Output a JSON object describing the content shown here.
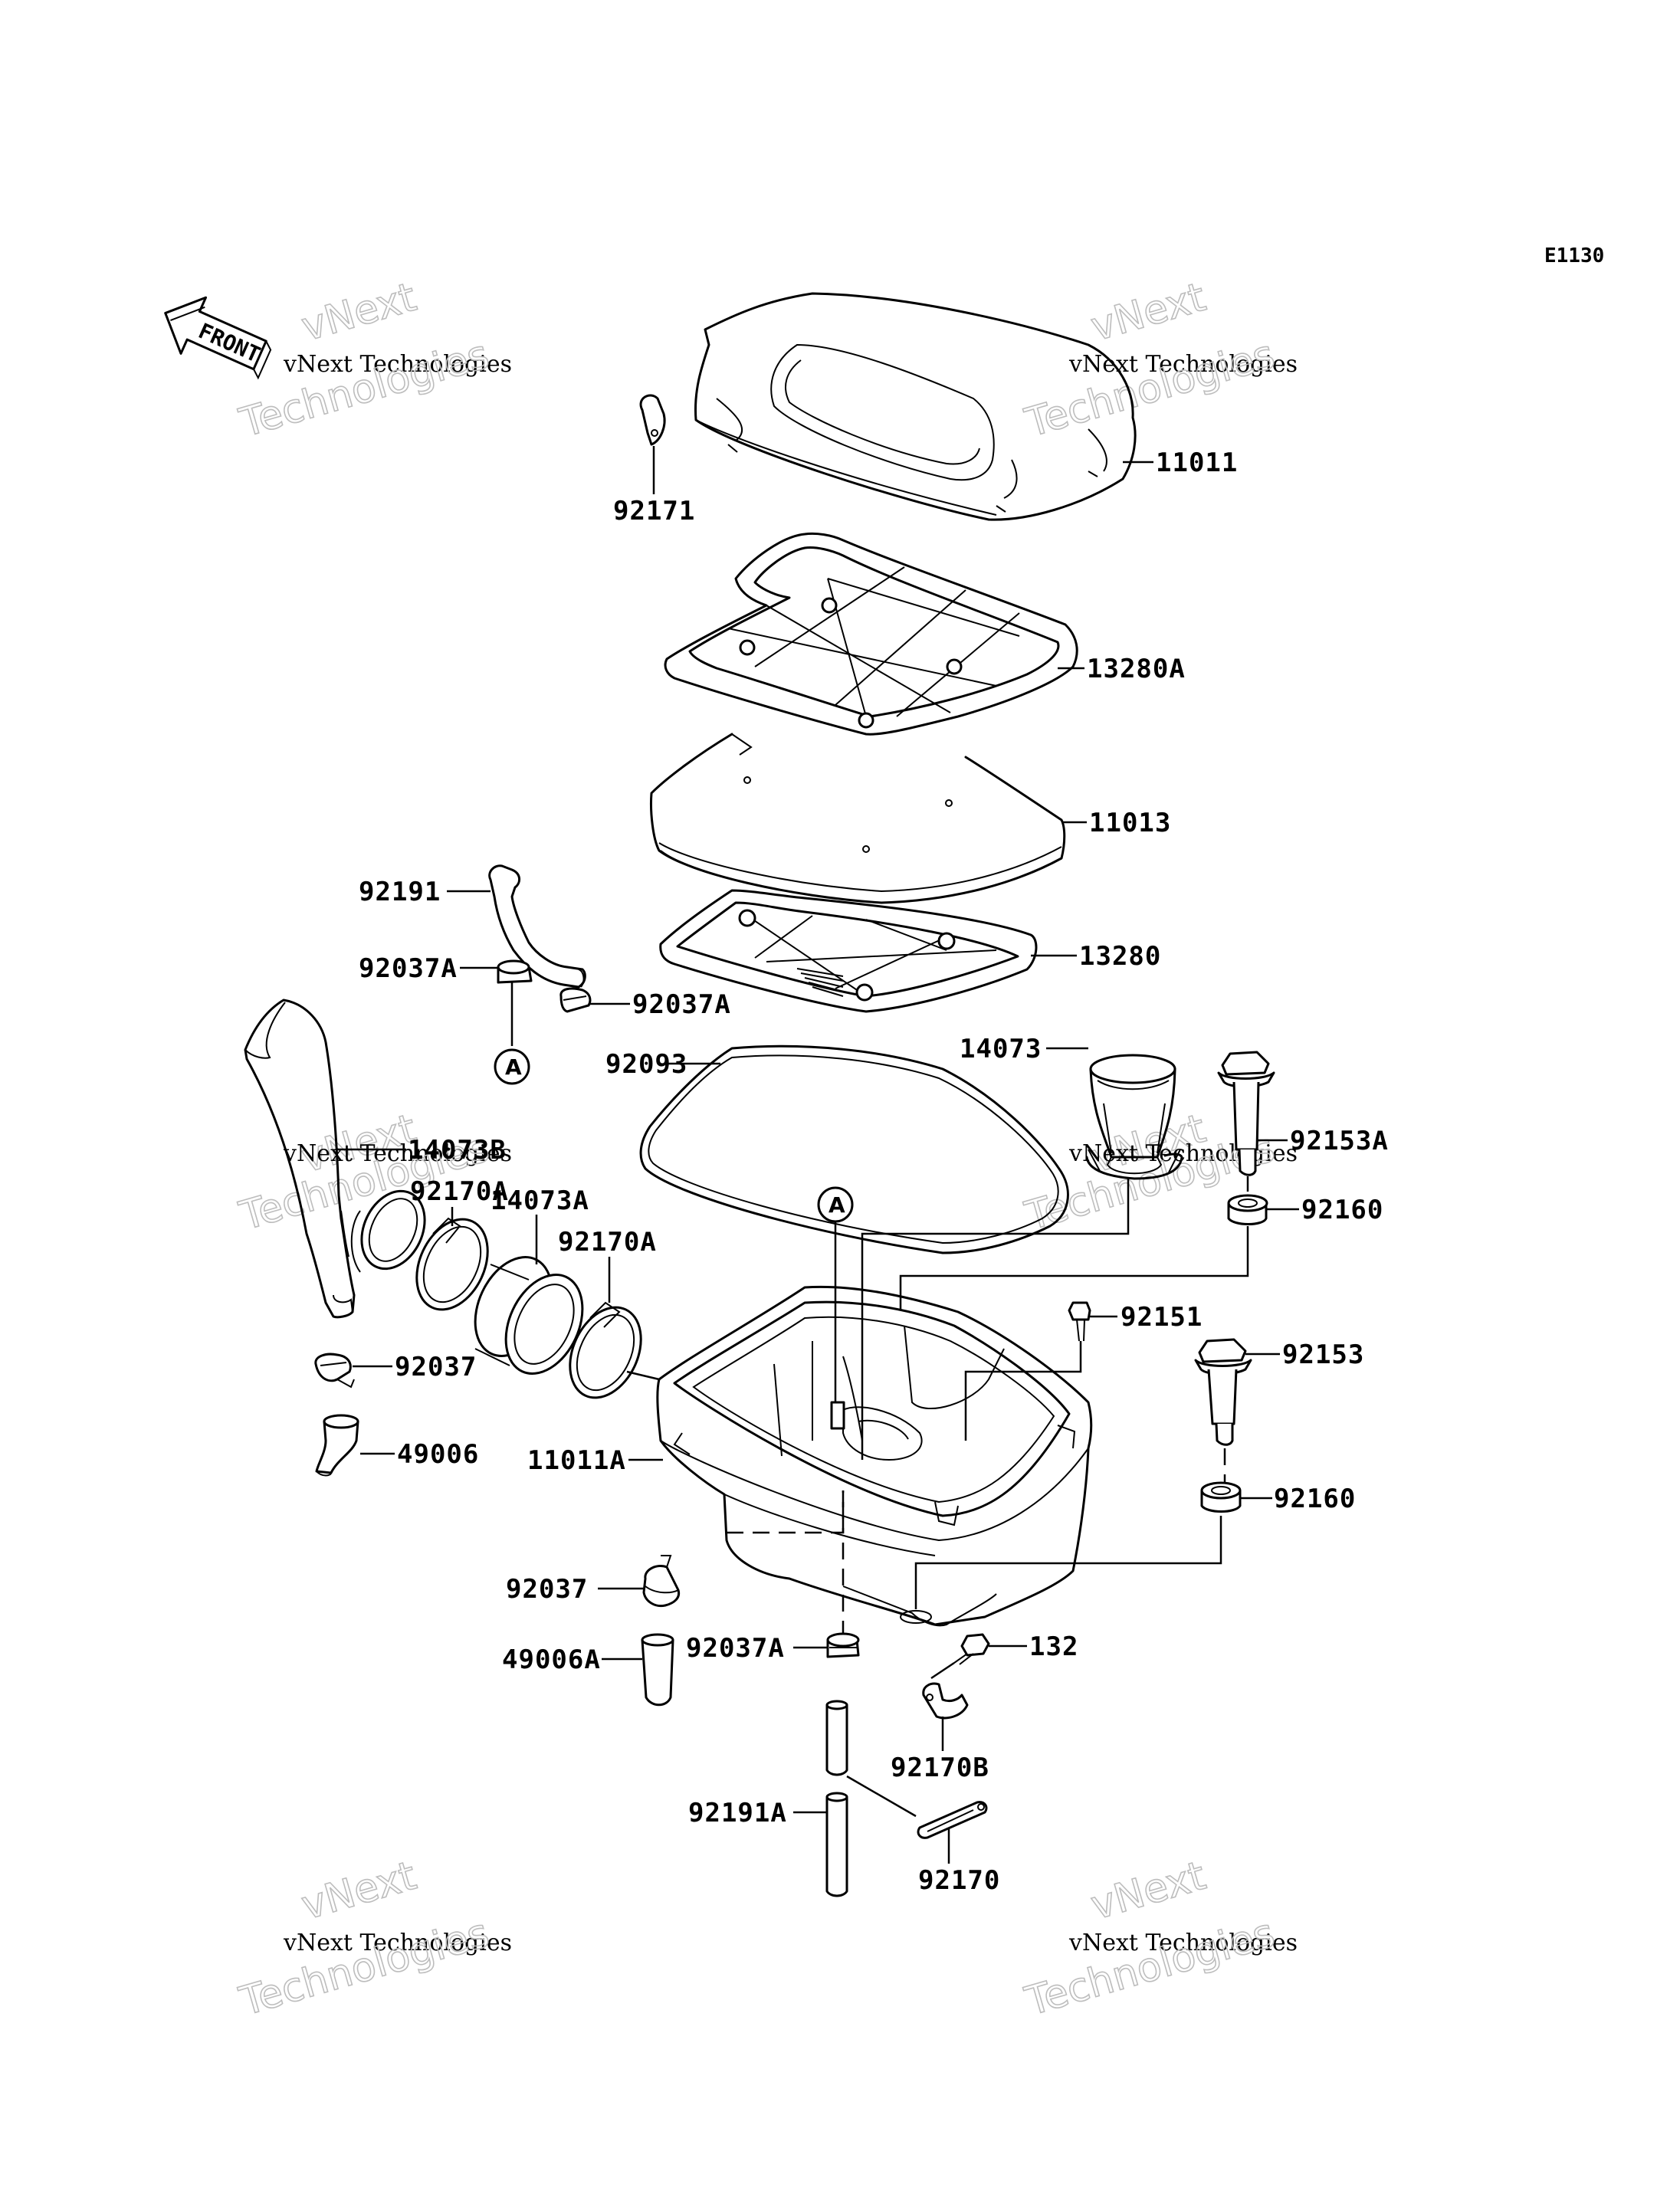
{
  "diagram_code": "E1130",
  "front_label": "FRONT",
  "watermark": {
    "line1": "vNext",
    "line2": "vNext Technologies",
    "line3": "Technologies"
  },
  "markers": {
    "a1": "A",
    "a2": "A"
  },
  "labels": {
    "l_92171": "92171",
    "l_11011": "11011",
    "l_13280A": "13280A",
    "l_11013": "11013",
    "l_92191": "92191",
    "l_13280": "13280",
    "l_92037A_1": "92037A",
    "l_92037A_2": "92037A",
    "l_14073": "14073",
    "l_92093": "92093",
    "l_92153A": "92153A",
    "l_14073B": "14073B",
    "l_92170A_1": "92170A",
    "l_14073A": "14073A",
    "l_92170A_2": "92170A",
    "l_92160_1": "92160",
    "l_92151": "92151",
    "l_92153": "92153",
    "l_92037_1": "92037",
    "l_49006": "49006",
    "l_11011A": "11011A",
    "l_92160_2": "92160",
    "l_92037_2": "92037",
    "l_49006A": "49006A",
    "l_92037A_3": "92037A",
    "l_132": "132",
    "l_92170B": "92170B",
    "l_92191A": "92191A",
    "l_92170": "92170"
  }
}
